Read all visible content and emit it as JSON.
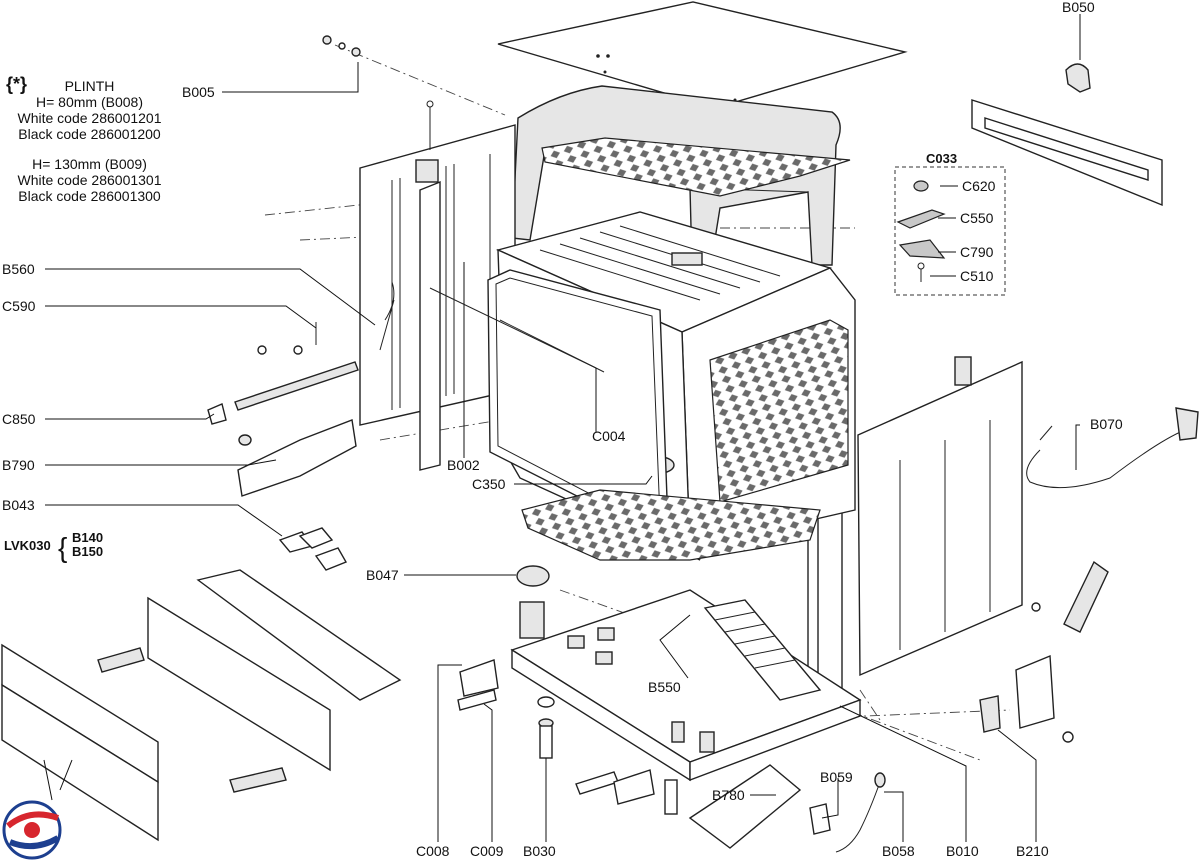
{
  "plinth_note": {
    "symbol": "{*}",
    "title": "PLINTH",
    "lines": [
      "H= 80mm (B008)",
      "White code 286001201",
      "Black code 286001200",
      "H= 130mm (B009)",
      "White code 286001301",
      "Black code 286001300"
    ]
  },
  "labels": {
    "B050": "B050",
    "B005": "B005",
    "C033": "C033",
    "C620": "C620",
    "C550": "C550",
    "C790": "C790",
    "C510": "C510",
    "B560": "B560",
    "C590": "C590",
    "C850": "C850",
    "B790": "B790",
    "B043": "B043",
    "LVK030": "LVK030",
    "B140": "B140",
    "B150": "B150",
    "C004": "C004",
    "B002": "B002",
    "C350": "C350",
    "B070": "B070",
    "B047": "B047",
    "B550": "B550",
    "B780": "B780",
    "B059": "B059",
    "C008": "C008",
    "C009": "C009",
    "B030": "B030",
    "B058": "B058",
    "B010": "B010",
    "B210": "B210"
  },
  "colors": {
    "line": "#222222",
    "logo_red": "#d7262e",
    "logo_blue": "#1d3f8f"
  }
}
